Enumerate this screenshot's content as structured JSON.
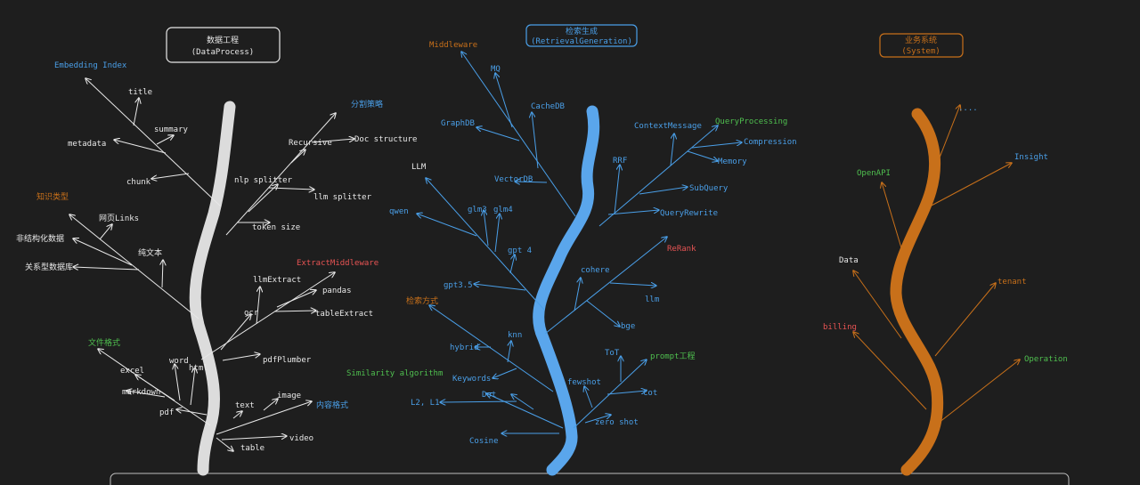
{
  "colors": {
    "background": "#1e1e1e",
    "white": "#e8e8e8",
    "blue": "#4a9fe8",
    "orange": "#c8701a",
    "green": "#4fbf4f",
    "red": "#e85454",
    "trunk_gray": "#dcdcdc",
    "trunk_blue": "#5aa6ec",
    "trunk_orange": "#c8701a"
  },
  "data_process": {
    "title": "数据工程",
    "subtitle": "(DataProcess)",
    "labels": {
      "embedding_index": "Embedding Index",
      "title": "title",
      "summary": "summary",
      "metadata": "metadata",
      "chunk": "chunk",
      "split_strategy": "分割策略",
      "recursive": "Recursive",
      "doc_structure": "Doc structure",
      "nlp_splitter": "nlp splitter",
      "llm_splitter": "llm splitter",
      "token_size": "token size",
      "knowledge_type": "知识类型",
      "web_links": "网页Links",
      "unstructured": "非结构化数据",
      "plain_text": "纯文本",
      "relational_db": "关系型数据库",
      "extract_middleware": "ExtractMiddleware",
      "llm_extract": "llmExtract",
      "pandas": "pandas",
      "table_extract": "tableExtract",
      "ocr": "ocr",
      "pdfplumber": "pdfPlumber",
      "file_format": "文件格式",
      "excel": "excel",
      "word": "word",
      "html": "html",
      "markdown": "markdown",
      "pdf": "pdf",
      "text": "text",
      "image": "image",
      "content_format": "内容格式",
      "video": "video",
      "table": "table"
    }
  },
  "retrieval_generation": {
    "title": "检索生成",
    "subtitle": "(RetrievalGeneration)",
    "labels": {
      "middleware": "Middleware",
      "mq": "MQ",
      "cachedb": "CacheDB",
      "graphdb": "GraphDB",
      "vectordb": "VectorDB",
      "llm": "LLM",
      "qwen": "qwen",
      "glm3": "glm3",
      "glm4": "glm4",
      "gpt4": "gpt 4",
      "gpt35": "gpt3.5",
      "context_message": "ContextMessage",
      "query_processing": "QueryProcessing",
      "compression": "Compression",
      "memory": "Memory",
      "rrf": "RRF",
      "subquery": "SubQuery",
      "query_rewrite": "QueryRewrite",
      "rerank": "ReRank",
      "cohere": "cohere",
      "llm_small": "llm",
      "bge": "bge",
      "retrieval_method": "检索方式",
      "hybrid": "hybrid",
      "knn": "knn",
      "keywords": "Keywords",
      "similarity_algorithm": "Similarity algorithm",
      "dot": "Dot",
      "l2_l1": "L2, L1",
      "cosine": "Cosine",
      "fewshot": "fewshot",
      "tot": "ToT",
      "prompt_engineering": "prompt工程",
      "cot": "Cot",
      "zero_shot": "zero shot"
    }
  },
  "system": {
    "title": "业务系统",
    "subtitle": "(System)",
    "labels": {
      "dots": "....",
      "insight": "Insight",
      "openapi": "OpenAPI",
      "data": "Data",
      "tenant": "tenant",
      "billing": "billing",
      "operation": "Operation"
    }
  }
}
